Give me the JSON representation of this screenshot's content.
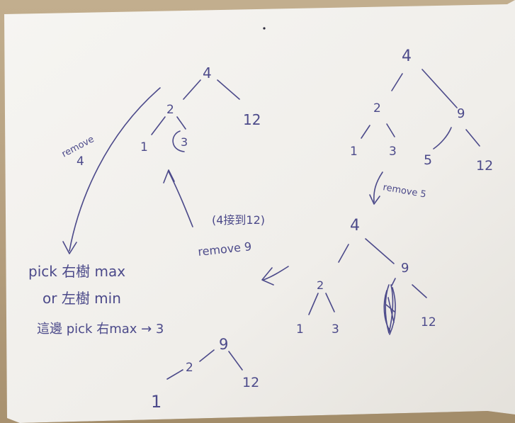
{
  "colors": {
    "paper": "#f4f2ee",
    "paper_shadow": "#d9d6d0",
    "table": "#b8a383",
    "ink": "#4c4a8a"
  },
  "tree_top_left": {
    "root": "4",
    "left_child": "2",
    "right_child": "12",
    "left_left": "1",
    "left_right": "3"
  },
  "tree_top_right": {
    "root": "4",
    "left_child": "2",
    "right_child": "9",
    "n_1": "1",
    "n_3": "3",
    "n_5": "5",
    "n_12": "12"
  },
  "tree_middle_right": {
    "root": "4",
    "left_child": "2",
    "right_child": "9",
    "n_1": "1",
    "n_3": "3",
    "n_12": "12"
  },
  "tree_bottom_left": {
    "root": "9",
    "n_2": "2",
    "n_1": "1",
    "n_12": "12"
  },
  "annotations": {
    "remove_4_a": "remove",
    "remove_4_b": "4",
    "remove_5": "remove 5",
    "remove_9": "remove 9",
    "connect_note": "(4接到12)",
    "note_line_1": "pick 右樹 max",
    "note_line_2": "or 左樹 min",
    "note_line_3": "這邊 pick 右max → 3"
  }
}
